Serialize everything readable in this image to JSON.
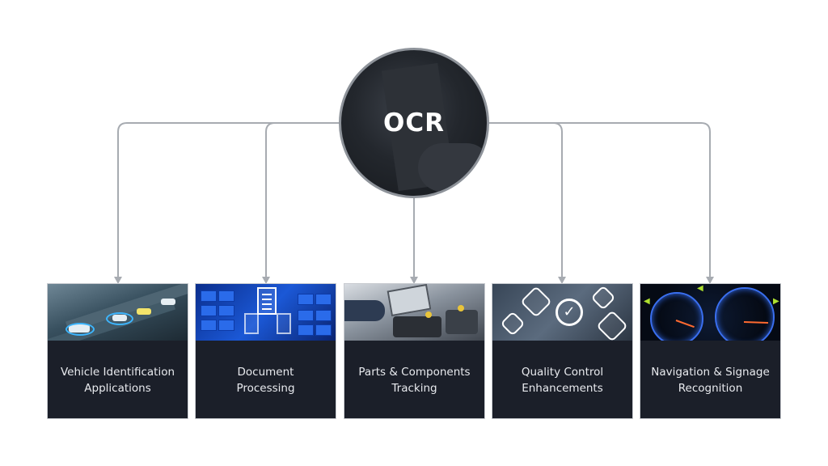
{
  "hub": {
    "label": "OCR"
  },
  "applications": [
    {
      "lines": [
        "Vehicle Identification",
        "Applications"
      ],
      "image_icon": "traffic-scene"
    },
    {
      "lines": [
        "Document",
        "Processing"
      ],
      "image_icon": "document-stack"
    },
    {
      "lines": [
        "Parts & Components",
        "Tracking"
      ],
      "image_icon": "engine-bay"
    },
    {
      "lines": [
        "Quality Control",
        "Enhancements"
      ],
      "image_icon": "quality-check"
    },
    {
      "lines": [
        "Navigation & Signage",
        "Recognition"
      ],
      "image_icon": "speedometer-dashboard"
    }
  ],
  "colors": {
    "connector": "#a7abb1",
    "card_background": "#1b1f29",
    "card_text": "#e8eaee",
    "hub_text": "#ffffff"
  }
}
